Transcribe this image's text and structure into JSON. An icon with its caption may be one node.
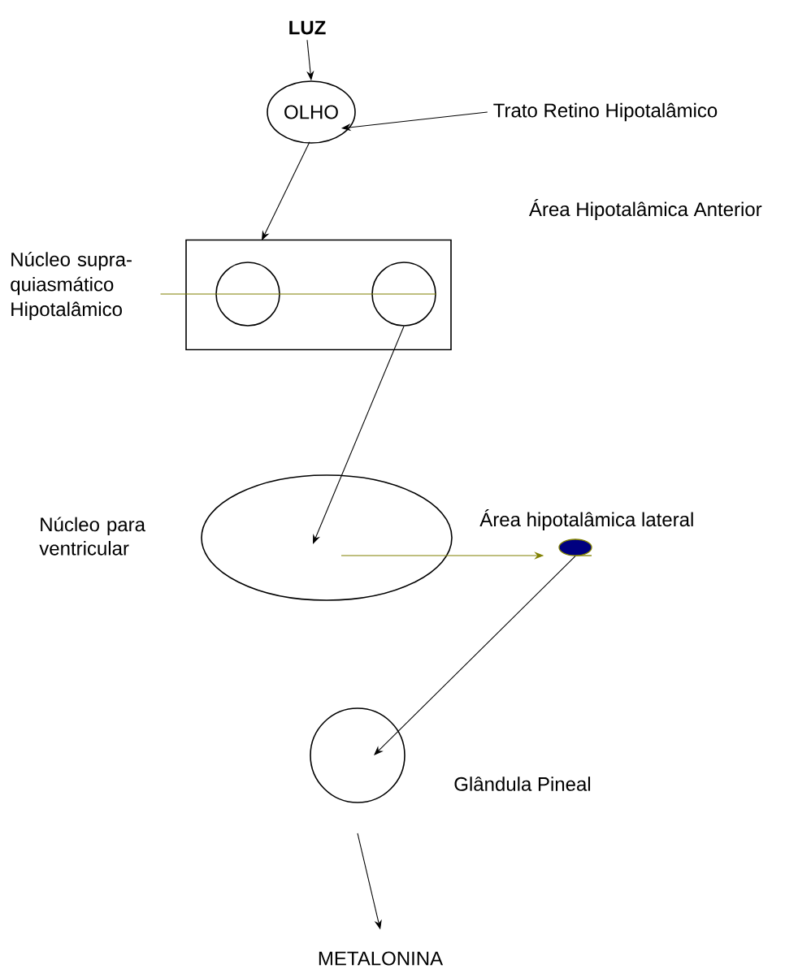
{
  "diagram": {
    "nodes": [
      {
        "text": [
          "LUZ"
        ]
      },
      {
        "text": [
          "OLHO"
        ]
      },
      {
        "text": [
          "Trato Retino Hipotalâmico"
        ]
      },
      {
        "text": [
          "Área Hipotalâmica Anterior"
        ]
      },
      {
        "text": [],
        "shape": "circle",
        "in": 3
      },
      {
        "text": [],
        "shape": "circle",
        "in": 3
      },
      {
        "text": [
          "Núcleo supra-quiasmático Hipotalâmico"
        ]
      },
      {
        "text": [
          "Núcleo para ventricular"
        ]
      },
      {
        "text": [
          "Área hipotalâmica lateral"
        ]
      },
      {
        "text": [
          "Glândula Pineal"
        ]
      },
      {
        "text": [
          "METALONINA"
        ]
      }
    ],
    "edges": [
      {
        "from": 0,
        "to": 1,
        "arrow": "to"
      },
      {
        "from": 2,
        "to": 1,
        "arrow": "to"
      },
      {
        "from": 1,
        "to": 4,
        "arrow": "to"
      },
      {
        "from": 6,
        "to": 4,
        "arrow": "none",
        "color": "#808000"
      },
      {
        "from": 6,
        "to": 5,
        "arrow": "none",
        "color": "#808000"
      },
      {
        "from": 5,
        "to": 7,
        "arrow": "to"
      },
      {
        "from": 7,
        "to": 8,
        "arrow": "to",
        "color": "#808000"
      },
      {
        "from": 8,
        "to": 9,
        "arrow": "to"
      },
      {
        "from": 9,
        "to": 10,
        "arrow": "to"
      }
    ]
  }
}
